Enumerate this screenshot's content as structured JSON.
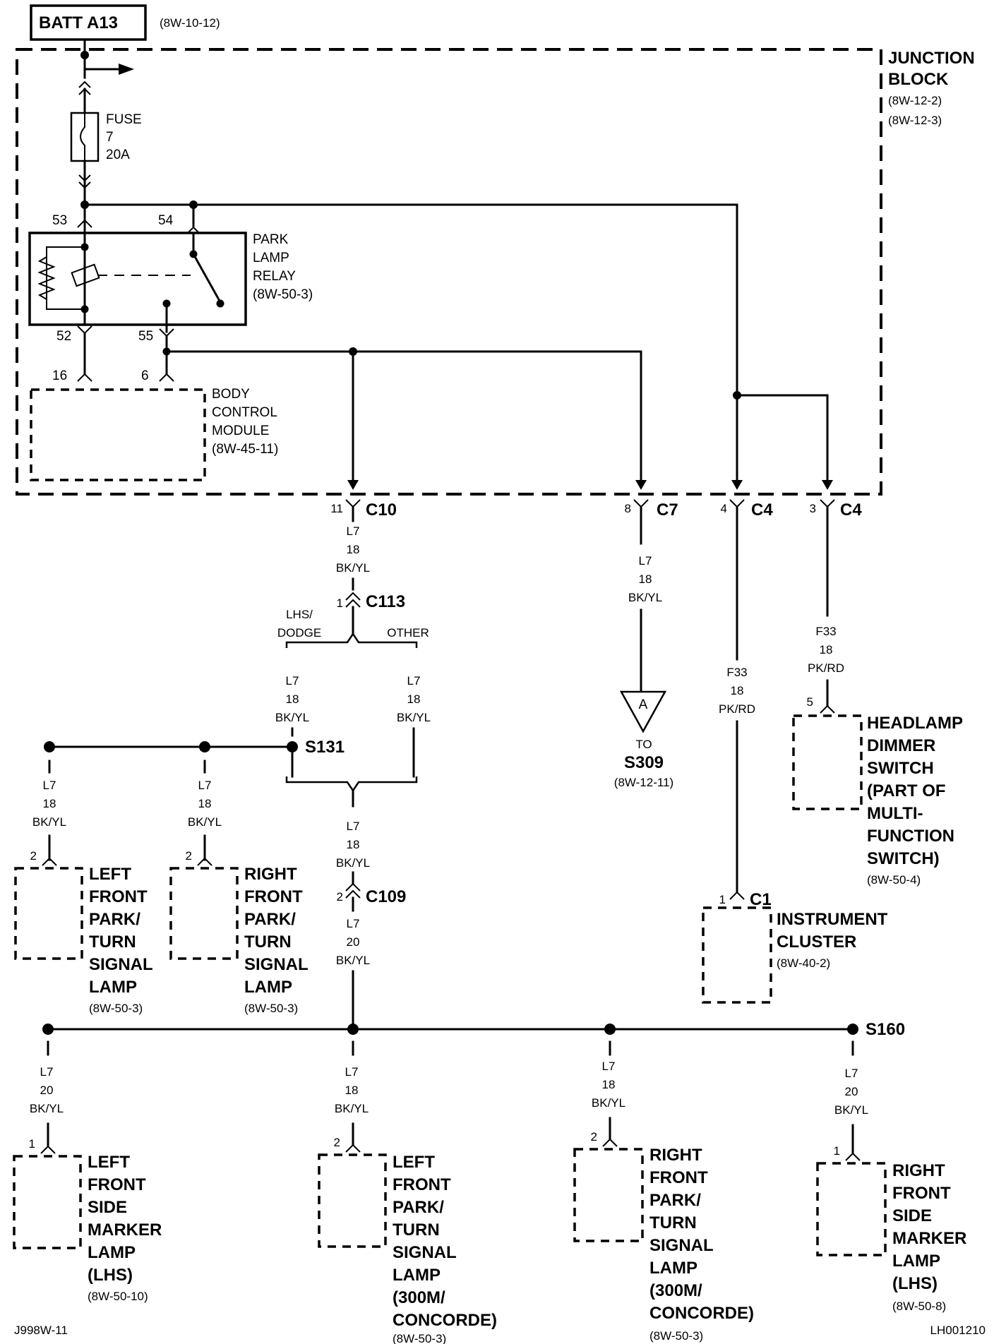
{
  "source": {
    "label": "BATT A13",
    "ref": "(8W-10-12)"
  },
  "junction_block": {
    "title_1": "JUNCTION",
    "title_2": "BLOCK",
    "ref_1": "(8W-12-2)",
    "ref_2": "(8W-12-3)"
  },
  "fuse": {
    "label": "FUSE",
    "number": "7",
    "rating": "20A"
  },
  "relay": {
    "line1": "PARK",
    "line2": "LAMP",
    "line3": "RELAY",
    "ref": "(8W-50-3)",
    "pin_53": "53",
    "pin_54": "54",
    "pin_52": "52",
    "pin_55": "55"
  },
  "bcm": {
    "line1": "BODY",
    "line2": "CONTROL",
    "line3": "MODULE",
    "ref": "(8W-45-11)",
    "pin_16": "16",
    "pin_6": "6"
  },
  "connectors": {
    "c10": {
      "pin": "11",
      "name": "C10"
    },
    "c7": {
      "pin": "8",
      "name": "C7"
    },
    "c4a": {
      "pin": "4",
      "name": "C4"
    },
    "c4b": {
      "pin": "3",
      "name": "C4"
    },
    "c113": {
      "pin": "1",
      "name": "C113"
    },
    "c109": {
      "pin": "2",
      "name": "C109"
    },
    "c1": {
      "pin": "1",
      "name": "C1"
    }
  },
  "options": {
    "lhs_1": "LHS/",
    "lhs_2": "DODGE",
    "other": "OTHER"
  },
  "wire": {
    "l7": "L7",
    "f33": "F33",
    "g18": "18",
    "g20": "20",
    "bkyl": "BK/YL",
    "pkrd": "PK/RD"
  },
  "splices": {
    "s131": "S131",
    "s160": "S160"
  },
  "offpage": {
    "letter": "A",
    "to": "TO",
    "target": "S309",
    "ref": "(8W-12-11)"
  },
  "components": {
    "headlamp_dimmer": {
      "pin": "5",
      "lines": [
        "HEADLAMP",
        "DIMMER",
        "SWITCH",
        "(PART OF",
        "MULTI-",
        "FUNCTION",
        "SWITCH)"
      ],
      "ref": "(8W-50-4)"
    },
    "instrument_cluster": {
      "lines": [
        "INSTRUMENT",
        "CLUSTER"
      ],
      "ref": "(8W-40-2)"
    },
    "lf_park_upper": {
      "pin": "2",
      "lines": [
        "LEFT",
        "FRONT",
        "PARK/",
        "TURN",
        "SIGNAL",
        "LAMP"
      ],
      "ref": "(8W-50-3)"
    },
    "rf_park_upper": {
      "pin": "2",
      "lines": [
        "RIGHT",
        "FRONT",
        "PARK/",
        "TURN",
        "SIGNAL",
        "LAMP"
      ],
      "ref": "(8W-50-3)"
    },
    "lf_side_marker": {
      "pin": "1",
      "lines": [
        "LEFT",
        "FRONT",
        "SIDE",
        "MARKER",
        "LAMP",
        "(LHS)"
      ],
      "ref": "(8W-50-10)"
    },
    "lf_park_lower": {
      "pin": "2",
      "lines": [
        "LEFT",
        "FRONT",
        "PARK/",
        "TURN",
        "SIGNAL",
        "LAMP",
        "(300M/",
        "CONCORDE)"
      ],
      "ref": "(8W-50-3)"
    },
    "rf_park_lower": {
      "pin": "2",
      "lines": [
        "RIGHT",
        "FRONT",
        "PARK/",
        "TURN",
        "SIGNAL",
        "LAMP",
        "(300M/",
        "CONCORDE)"
      ],
      "ref": "(8W-50-3)"
    },
    "rf_side_marker": {
      "pin": "1",
      "lines": [
        "RIGHT",
        "FRONT",
        "SIDE",
        "MARKER",
        "LAMP",
        "(LHS)"
      ],
      "ref": "(8W-50-8)"
    }
  },
  "footer": {
    "left": "J998W-11",
    "right": "LH001210"
  }
}
